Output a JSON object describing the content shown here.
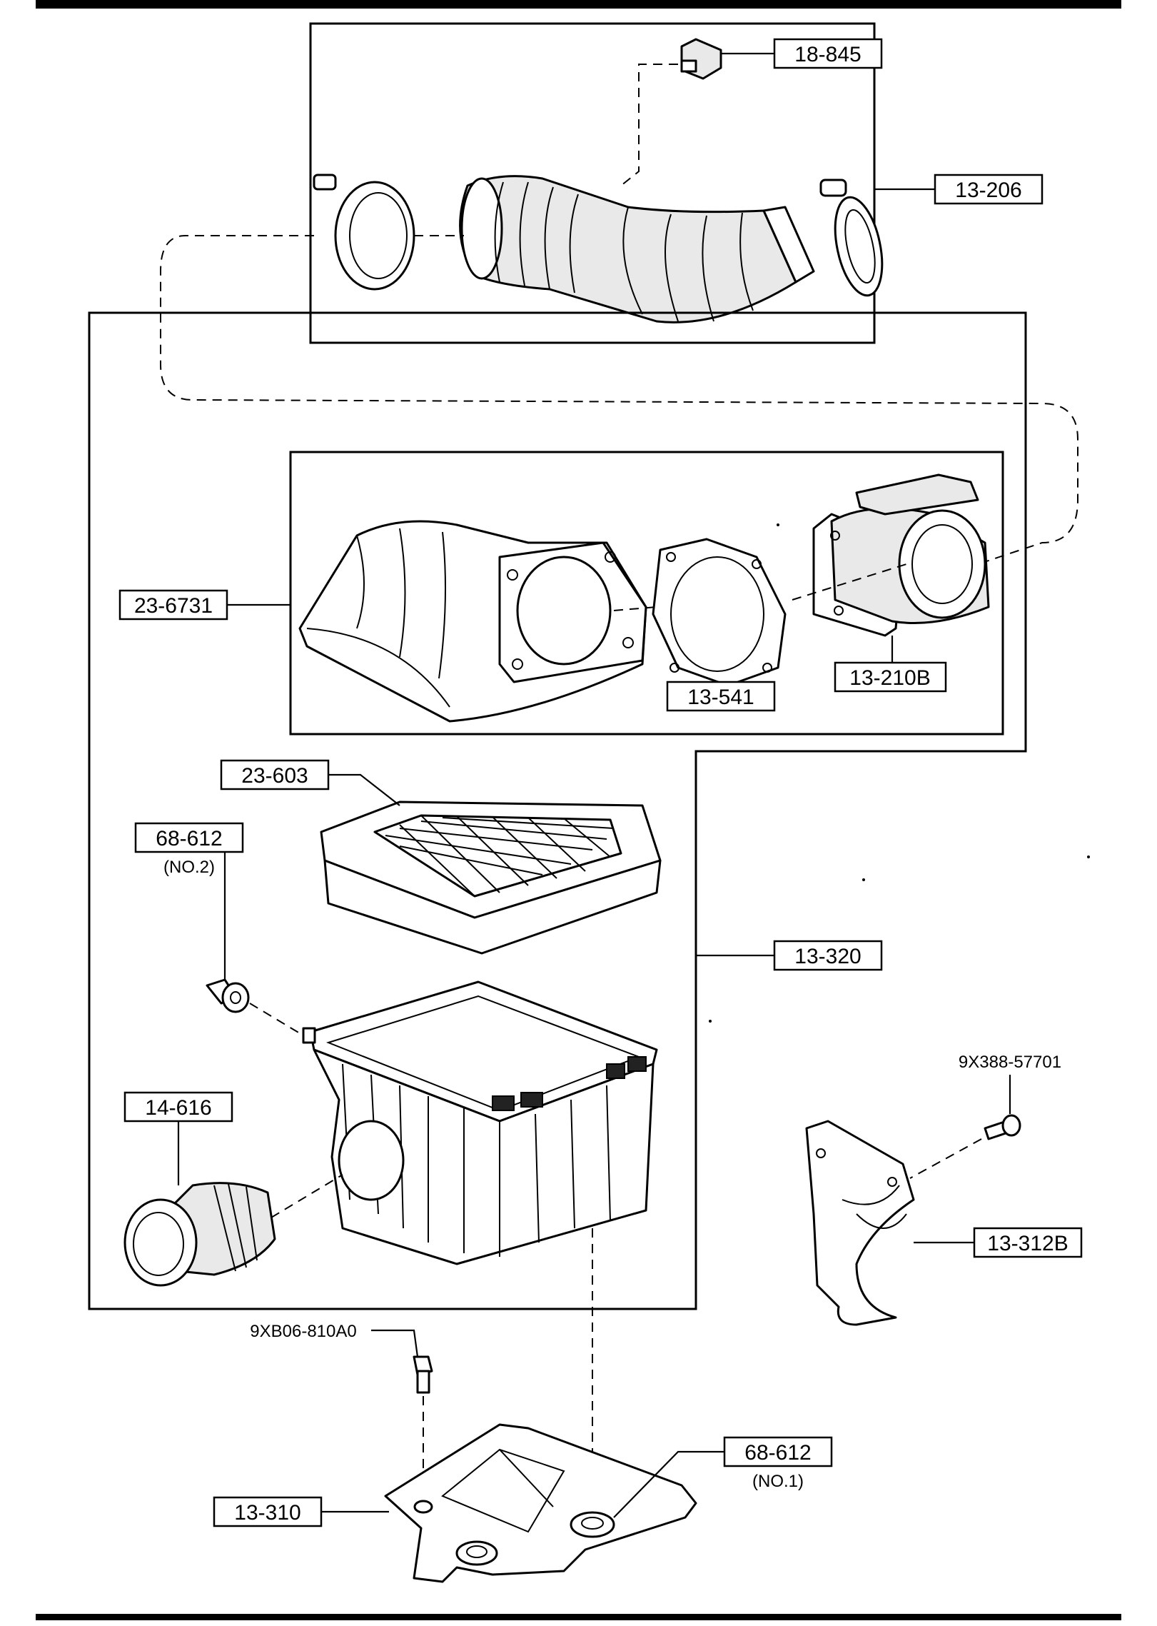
{
  "labels": {
    "p18_845": "18-845",
    "p13_206": "13-206",
    "p23_6731": "23-6731",
    "p13_541": "13-541",
    "p13_210B": "13-210B",
    "p23_603": "23-603",
    "p68_612_no2": "68-612",
    "p68_612_no2_sub": "(NO.2)",
    "p13_320": "13-320",
    "p14_616": "14-616",
    "p9X388": "9X388-57701",
    "p13_312B": "13-312B",
    "p9XB06": "9XB06-810A0",
    "p68_612_no1": "68-612",
    "p68_612_no1_sub": "(NO.1)",
    "p13_310": "13-310"
  }
}
